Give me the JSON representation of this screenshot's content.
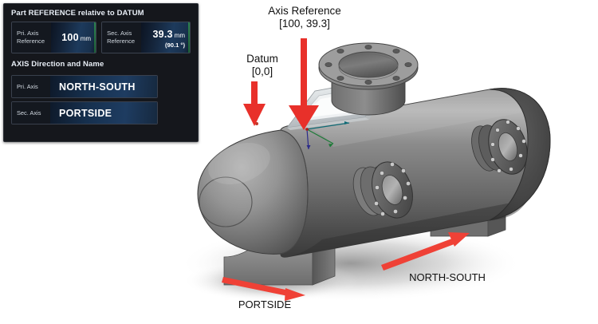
{
  "panel": {
    "section1_title": "Part REFERENCE relative to DATUM",
    "section2_title": "AXIS Direction and Name",
    "fields": [
      {
        "label_line1": "Pri. Axis",
        "label_line2": "Reference",
        "value": "100",
        "unit": "mm",
        "sub": ""
      },
      {
        "label_line1": "Sec. Axis",
        "label_line2": "Reference",
        "value": "39.3",
        "unit": "mm",
        "sub": "(90.1 °)"
      }
    ],
    "axes": [
      {
        "label": "Pri. Axis",
        "value": "NORTH-SOUTH"
      },
      {
        "label": "Sec. Axis",
        "value": "PORTSIDE"
      }
    ],
    "colors": {
      "panel_bg": "#15171c",
      "field_blue": "#1d3a5c",
      "accent_green": "#2f8f4e",
      "text": "#e8eef6"
    }
  },
  "annotations": {
    "axis_reference_title": "Axis Reference",
    "axis_reference_value": "[100, 39.3]",
    "datum_title": "Datum",
    "datum_value": "[0,0]",
    "portside_label": "PORTSIDE",
    "northsouth_label": "NORTH-SOUTH",
    "arrow_color": "#e8302a"
  },
  "model": {
    "name": "pressure-vessel-3d-model",
    "description": "Horizontal cylindrical pressure vessel on two saddle supports with top nozzle flange, two side nozzle flanges and a top sight window"
  }
}
